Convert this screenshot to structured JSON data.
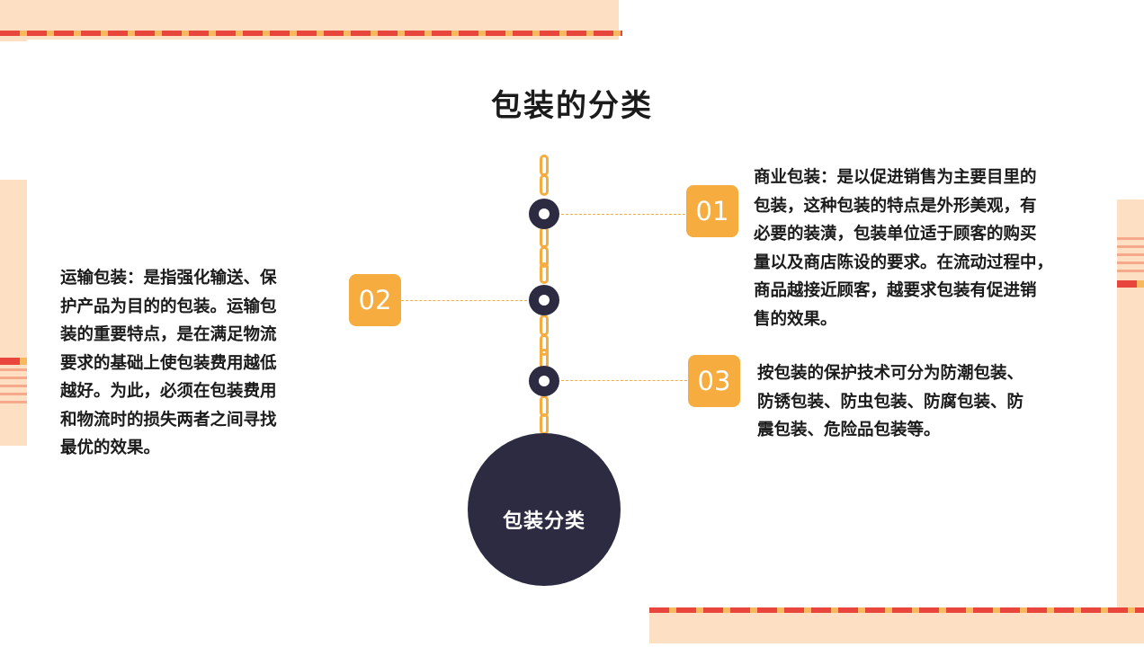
{
  "title": "包装的分类",
  "center": {
    "label": "包装分类"
  },
  "items": [
    {
      "number": "01",
      "text": [
        "商业包装：是以促进销售为主要目里的",
        "包装，这种包装的特点是外形美观，有",
        "必要的装潢，包装单位适于顾客的购买",
        "量以及商店陈设的要求。在流动过程中，",
        "商品越接近顾客，越要求包装有促进销",
        "售的效果。"
      ]
    },
    {
      "number": "02",
      "text": [
        "运输包装：是指强化输送、保",
        "护产品为目的的包装。运输包",
        "装的重要特点，是在满足物流",
        "要求的基础上使包装费用越低",
        "越好。为此，必须在包装费用",
        "和物流时的损失两者之间寻找",
        "最优的效果。"
      ]
    },
    {
      "number": "03",
      "text": [
        "按包装的保护技术可分为防潮包装、",
        "防锈包装、防虫包装、防腐包装、防",
        "震包装、危险品包装等。"
      ]
    }
  ],
  "colors": {
    "accent": "#f6ac3f",
    "dark": "#2c2b42",
    "peach": "#fde0c4",
    "stripe": "#e8453c"
  }
}
